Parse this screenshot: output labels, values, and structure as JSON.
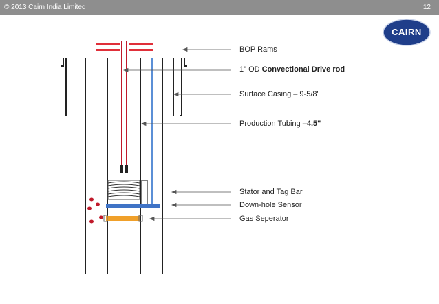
{
  "header": {
    "copyright": "© 2013 Cairn India Limited",
    "page_number": "12"
  },
  "logo": {
    "text": "CAIRN",
    "color": "#1f3e8a"
  },
  "diagram": {
    "labels": {
      "bop_rams": "BOP Rams",
      "drive_rod_prefix": "1\" OD ",
      "drive_rod_bold": "Convectional Drive rod",
      "surface_casing": "Surface Casing – 9-5/8\"",
      "production_tubing_prefix": "Production Tubing –",
      "production_tubing_bold": "4.5\"",
      "stator": "Stator and Tag Bar",
      "sensor": "Down-hole Sensor",
      "gas_separator": "Gas Seperator"
    },
    "colors": {
      "drive_rod": "#c0192a",
      "sensor_cable": "#5b8fd6",
      "sensor": "#3f73c6",
      "gas_separator": "#f0a02a",
      "bop_rams": "#e0303a"
    }
  }
}
